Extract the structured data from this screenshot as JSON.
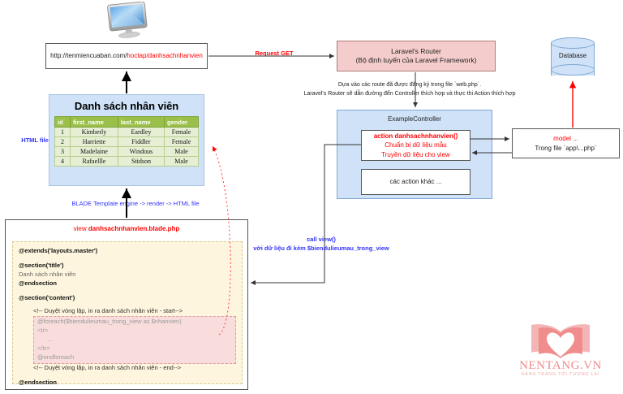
{
  "diagram": {
    "title": "Laravel MVC request flow diagram",
    "colors": {
      "router_fill": "#f4cccc",
      "controller_fill": "#cfe2f7",
      "result_fill": "#cfe2f7",
      "table_header": "#9ac04a",
      "table_cell": "#e6efd4",
      "code_fill": "#fdf5dd",
      "loop_fill": "#f9dddd",
      "red": "#ff0000",
      "blue": "#3333ff",
      "logo_pink": "#f08c8c"
    },
    "monitor_icon": "desktop-monitor-icon"
  },
  "urlbar": {
    "host": "http://tenmiencuaban.com/",
    "path": "hoctap/danhsachnhanvien"
  },
  "labels": {
    "request_get": "Request GET",
    "html_file": "HTML file",
    "blade_render": "BLADE Template engine -> render -> HTML file",
    "call_view_line1": "call view()",
    "call_view_line2": "với dữ liệu đi kèm $biendulieumau_trong_view",
    "router_note_line1": "Dựa vào các route đã được đăng ký trong file `web.php`.",
    "router_note_line2": "Laravel's Router sẽ dẫn đường đến Controller thích hợp và thực thi Action thích hợp"
  },
  "router": {
    "line1": "Laravel's Router",
    "line2": "(Bộ định tuyến của Laravel Framework)"
  },
  "database": {
    "label": "Database"
  },
  "model": {
    "line1": "model ...",
    "line2": "Trong file `app\\...php`"
  },
  "controller": {
    "title": "ExampleController",
    "action": {
      "line1": "action danhsachnhanvien()",
      "line2": "Chuẩn bị dữ liệu mẫu",
      "line3": "Truyền dữ liệu cho view"
    },
    "other_actions": "các action khác ..."
  },
  "result_panel": {
    "heading": "Danh sách nhân viên",
    "table": {
      "columns": [
        "id",
        "first_name",
        "last_name",
        "gender"
      ],
      "rows": [
        [
          "1",
          "Kimberly",
          "Eardley",
          "Female"
        ],
        [
          "2",
          "Harriette",
          "Fiddler",
          "Female"
        ],
        [
          "3",
          "Madelaine",
          "Windous",
          "Male"
        ],
        [
          "4",
          "Rafaellle",
          "Stidson",
          "Male"
        ]
      ]
    }
  },
  "view_panel": {
    "title_prefix": "view ",
    "title_file": "danhsachnhanvien.blade.php",
    "code": {
      "l1": "@extends('layouts.master')",
      "l2": "@section('title')",
      "l3": "Danh sách nhân viên",
      "l4": "@endsection",
      "l5": "@section('content')",
      "l6": "<!-- Duyệt vòng lặp, in ra danh sách nhân viên - start-->",
      "l7": "@foreach($biendulieumau_trong_view as $nhanvien)",
      "l8": "<tr>",
      "l9": "...",
      "l10": "</tr>",
      "l11": "@endforeach",
      "l12": "<!-- Duyệt vòng lặp, in ra danh sách nhân viên - end-->",
      "l13": "@endsection"
    }
  },
  "logo": {
    "name": "NENTANG.VN",
    "tagline": "HÀNH TRANG TỚI TƯƠNG LAI"
  }
}
